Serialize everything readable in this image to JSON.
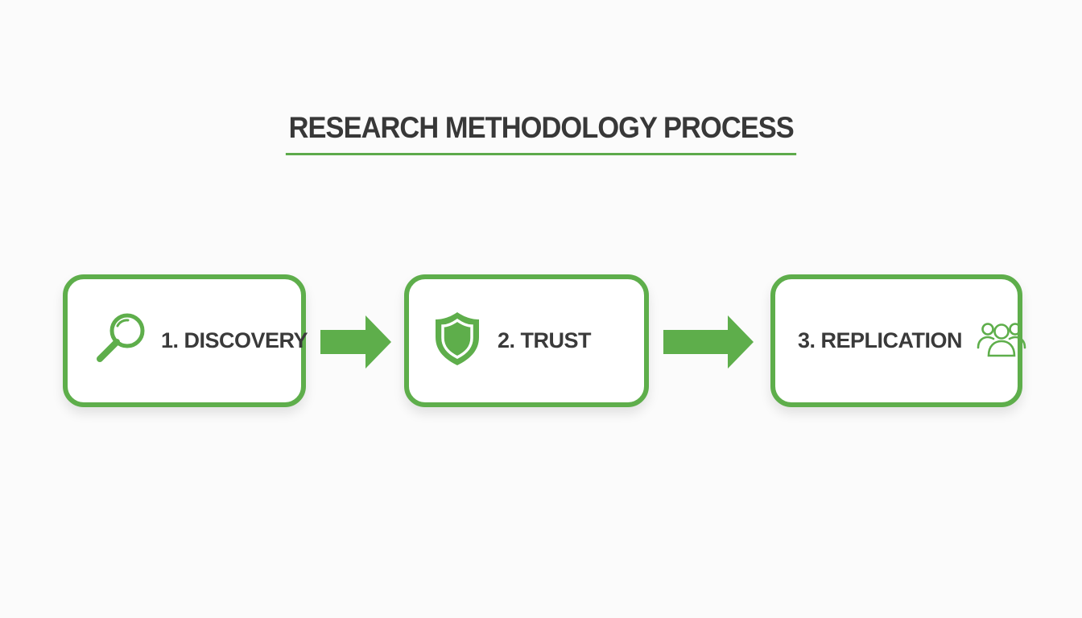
{
  "title": "RESEARCH METHODOLOGY PROCESS",
  "accent_color": "#5eae4b",
  "steps": [
    {
      "label": "1. DISCOVERY",
      "icon": "magnifying-glass-icon"
    },
    {
      "label": "2. TRUST",
      "icon": "shield-icon"
    },
    {
      "label": "3. REPLICATION",
      "icon": "people-group-icon"
    }
  ],
  "connectors": [
    "arrow-right-icon",
    "arrow-right-icon"
  ]
}
